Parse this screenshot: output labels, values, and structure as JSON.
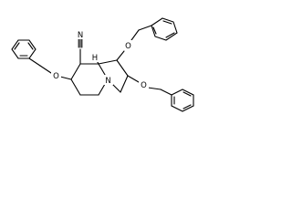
{
  "structure": {
    "atoms": {
      "nitrogen_ring": "N",
      "nitrile_n": "N",
      "o_c1": "O",
      "o_c2": "O",
      "o_c7": "O",
      "h_c8a": "H"
    }
  },
  "colors": {
    "bond": "#000000",
    "label": "#000000",
    "background": "#ffffff"
  }
}
